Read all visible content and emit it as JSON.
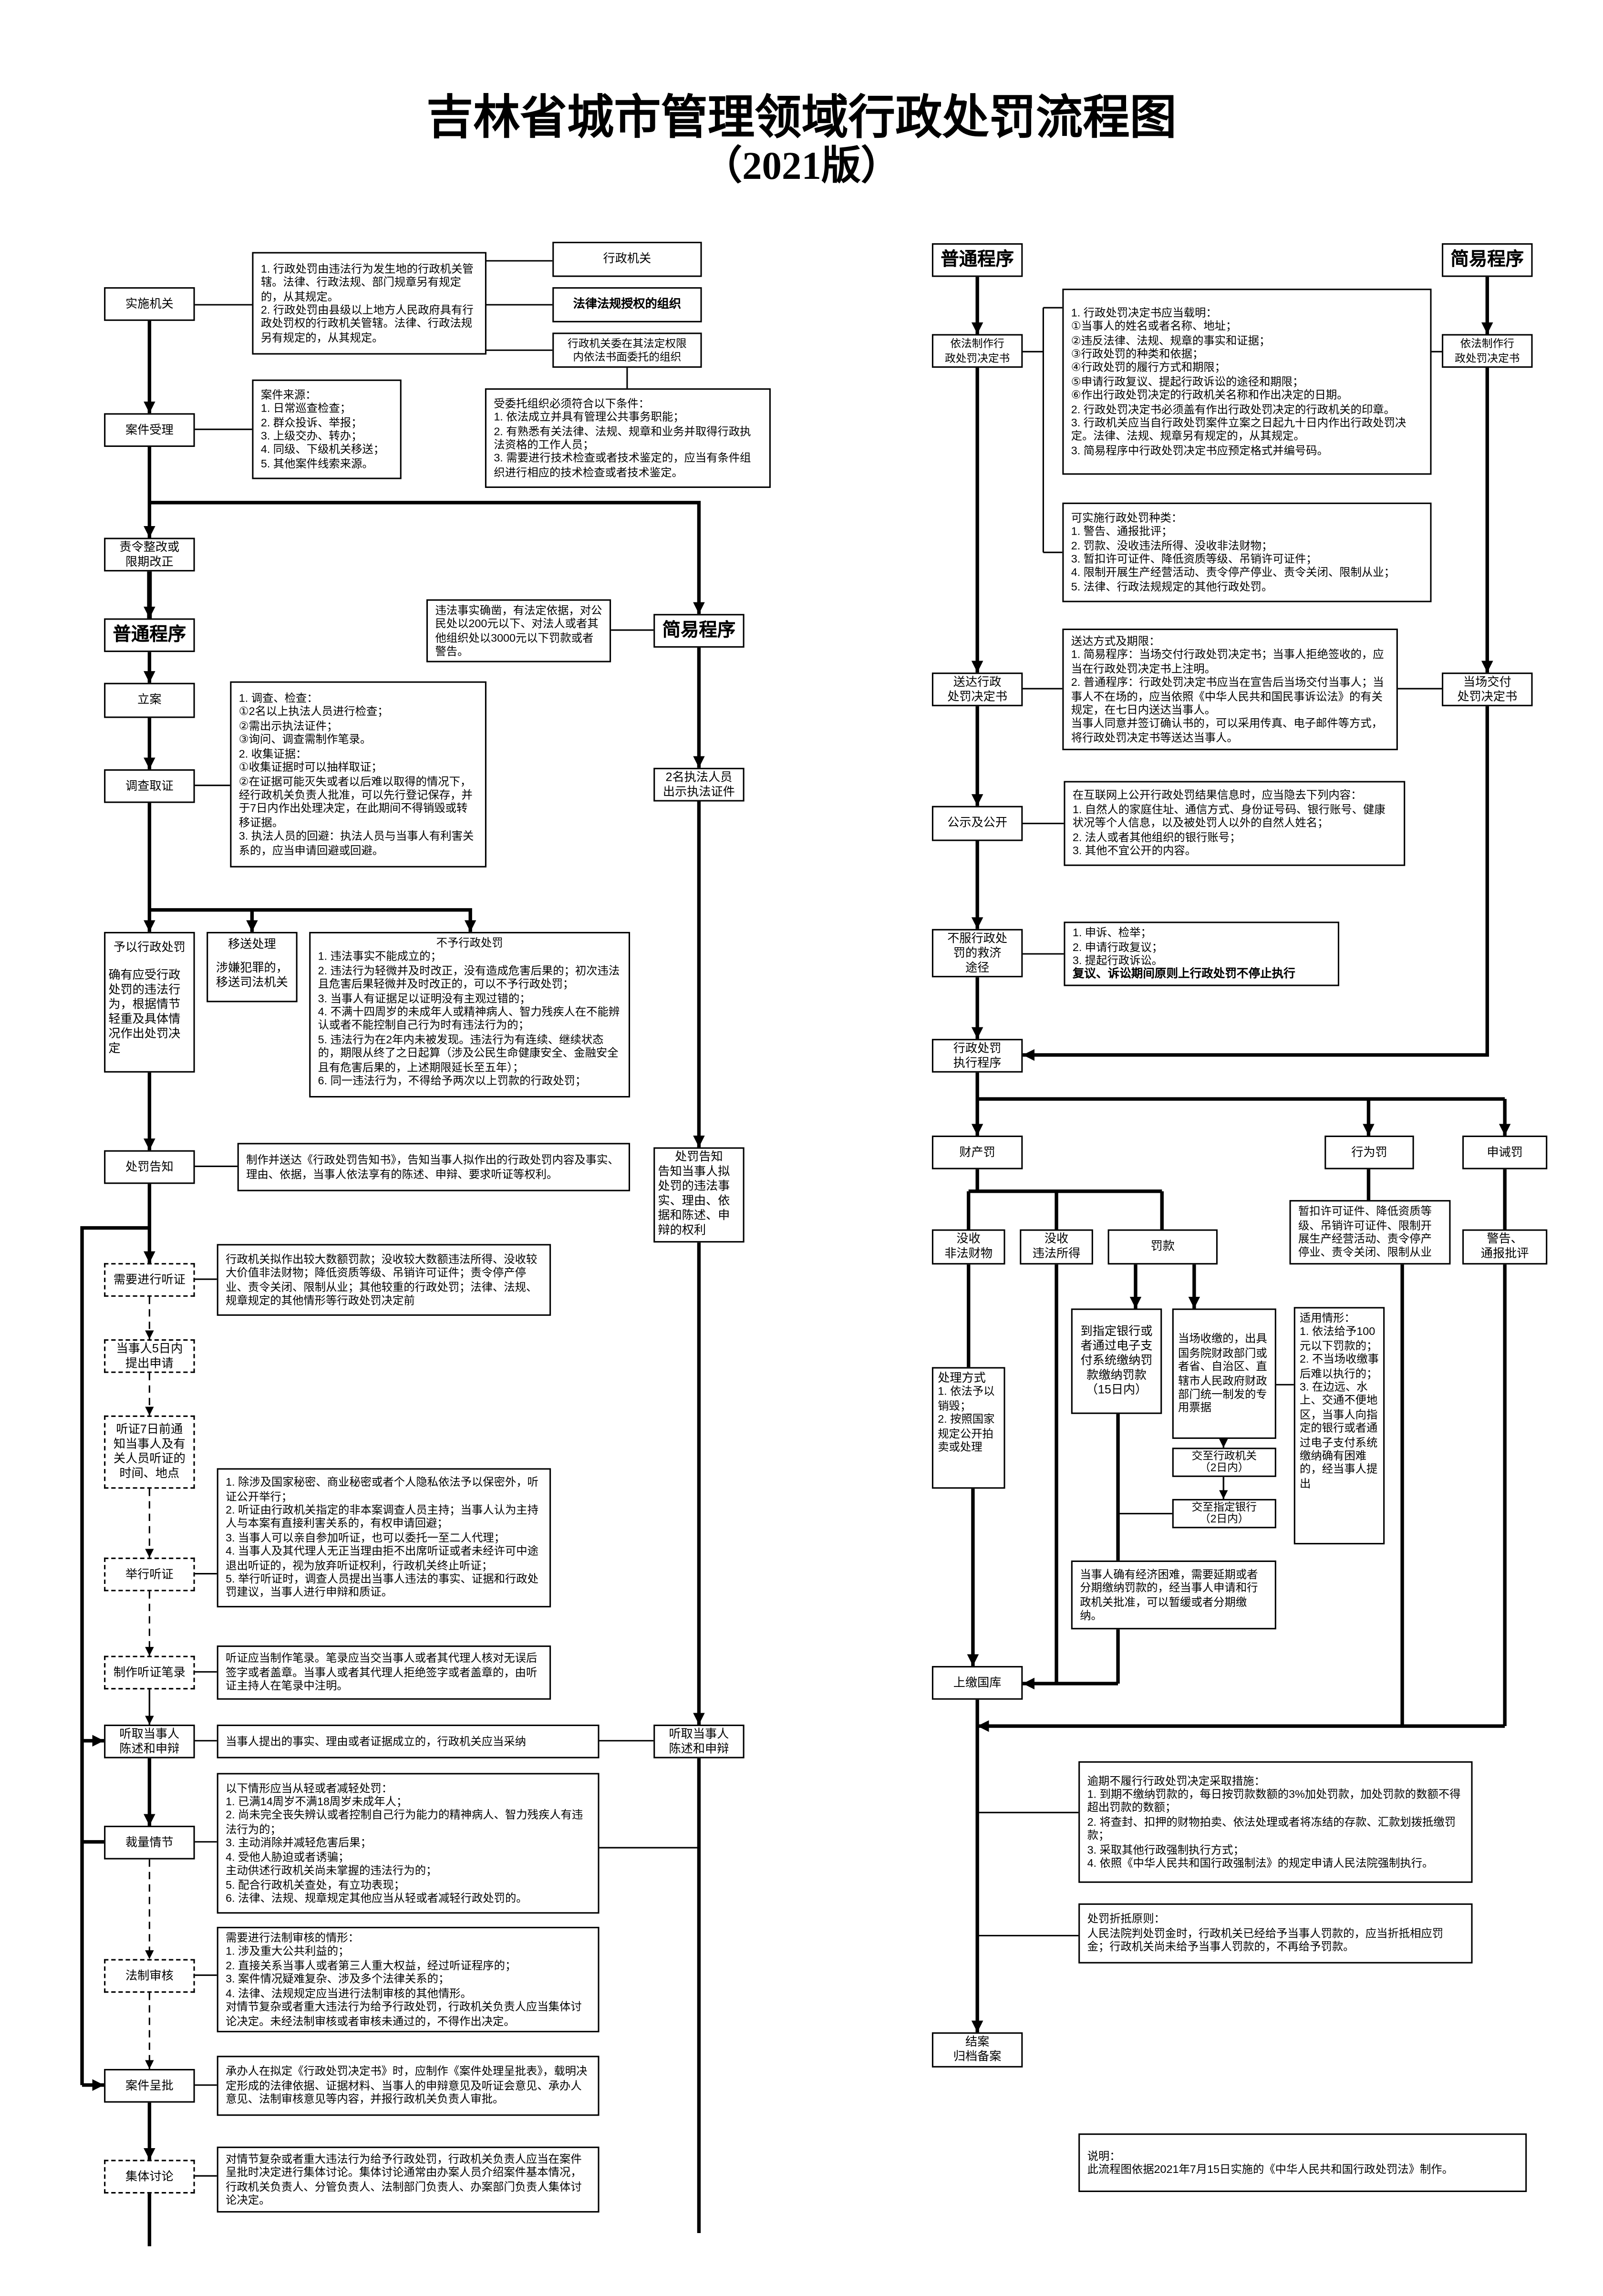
{
  "title": "吉林省城市管理领域行政处罚流程图",
  "subtitle": "（2021版）",
  "left": {
    "shishi": "实施机关",
    "jurisdiction_note": "1. 行政处罚由违法行为发生地的行政机关管辖。法律、行政法规、部门规章另有规定的，从其规定。\n2. 行政处罚由县级以上地方人民政府具有行政处罚权的行政机关管辖。法律、行政法规另有规定的，从其规定。",
    "org_admin": "行政机关",
    "org_authorized": "法律法规授权的组织",
    "org_entrusted": "行政机关委在其法定权限\n内依法书面委托的组织",
    "entrusted_conditions": "受委托组织必须符合以下条件：\n1. 依法成立并具有管理公共事务职能；\n2. 有熟悉有关法律、法规、规章和业务并取得行政执法资格的工作人员；\n3. 需要进行技术检查或者技术鉴定的，应当有条件组织进行相应的技术检查或者技术鉴定。",
    "accept": "案件受理",
    "sources": "案件来源：\n1. 日常巡查检查；\n2. 群众投诉、举报；\n3. 上级交办、转办；\n4. 同级、下级机关移送；\n5. 其他案件线索来源。",
    "rectify": "责令整改或\n限期改正",
    "ordinary": "普通程序",
    "simple": "简易程序",
    "simple_cond": "违法事实确凿，有法定依据，对公民处以200元以下、对法人或者其他组织处以3000元以下罚款或者警告。",
    "filing": "立案",
    "investigate_note": "1. 调查、检查：\n①2名以上执法人员进行检查；\n②需出示执法证件；\n③询问、调查需制作笔录。\n2. 收集证据：\n①收集证据时可以抽样取证；\n②在证据可能灭失或者以后难以取得的情况下，经行政机关负责人批准，可以先行登记保存，并于7日内作出处理决定，在此期间不得销毁或转移证据。\n3. 执法人员的回避：执法人员与当事人有利害关系的，应当申请回避或回避。",
    "investigate": "调查取证",
    "two_officers": "2名执法人员\n出示执法证件",
    "punish_title": "予以行政处罚",
    "punish_body": "确有应受行政处罚的违法行为，根据情节轻重及具体情况作出处罚决定",
    "transfer_title": "移送处理",
    "transfer_body": "涉嫌犯罪的，\n移送司法机关",
    "no_punish_title": "不予行政处罚",
    "no_punish_body": "1. 违法事实不能成立的；\n2. 违法行为轻微并及时改正，没有造成危害后果的；初次违法且危害后果轻微并及时改正的，可以不予行政处罚；\n3. 当事人有证据足以证明没有主观过错的；\n4. 不满十四周岁的未成年人或精神病人、智力残疾人在不能辨认或者不能控制自己行为时有违法行为的；\n5. 违法行为在2年内未被发现。违法行为有连续、继续状态的，期限从终了之日起算（涉及公民生命健康安全、金融安全且有危害后果的，上述期限延长至五年）；\n6. 同一违法行为，不得给予两次以上罚款的行政处罚；",
    "notice": "处罚告知",
    "notice_note": "制作并送达《行政处罚告知书》，告知当事人拟作出的行政处罚内容及事实、理由、依据，当事人依法享有的陈述、申辩、要求听证等权利。",
    "simple_notice_title": "处罚告知",
    "simple_notice_body": "告知当事人拟处罚的违法事实、理由、依据和陈述、申辩的权利",
    "need_hearing": "需要进行听证",
    "hearing_cond": "行政机关拟作出较大数额罚款；没收较大数额违法所得、没收较大价值非法财物；降低资质等级、吊销许可证件；责令停产停业、责令关闭、限制从业；其他较重的行政处罚；法律、法规、规章规定的其他情形等行政处罚决定前",
    "apply5": "当事人5日内\n提出申请",
    "notify7": "听证7日前通\n知当事人及有\n关人员听证的\n时间、地点",
    "hearing_rules": "1. 除涉及国家秘密、商业秘密或者个人隐私依法予以保密外，听证公开举行；\n2. 听证由行政机关指定的非本案调查人员主持；当事人认为主持人与本案有直接利害关系的，有权申请回避；\n3. 当事人可以亲自参加听证，也可以委托一至二人代理；\n4. 当事人及其代理人无正当理由拒不出席听证或者未经许可中途退出听证的，视为放弃听证权利，行政机关终止听证；\n5. 举行听证时，调查人员提出当事人违法的事实、证据和行政处罚建议，当事人进行申辩和质证。",
    "hold": "举行听证",
    "record": "制作听证笔录",
    "record_note": "听证应当制作笔录。笔录应当交当事人或者其代理人核对无误后签字或者盖章。当事人或者其代理人拒绝签字或者盖章的，由听证主持人在笔录中注明。",
    "hear": "听取当事人\n陈述和申辩",
    "hear_note": "当事人提出的事实、理由或者证据成立的，行政机关应当采纳",
    "hear_simple": "听取当事人\n陈述和申辩",
    "mitig_note": "以下情形应当从轻或者减轻处罚：\n1. 已满14周岁不满18周岁未成年人；\n2. 尚未完全丧失辨认或者控制自己行为能力的精神病人、智力残疾人有违法行为的；\n3. 主动消除并减轻危害后果；\n4. 受他人胁迫或者诱骗；\n主动供述行政机关尚未掌握的违法行为的；\n5. 配合行政机关查处，有立功表现；\n6. 法律、法规、规章规定其他应当从轻或者减轻行政处罚的。",
    "discretion": "裁量情节",
    "legal_note": "需要进行法制审核的情形：\n1. 涉及重大公共利益的；\n2. 直接关系当事人或者第三人重大权益，经过听证程序的；\n3. 案件情况疑难复杂、涉及多个法律关系的；\n4. 法律、法规规定应当进行法制审核的其他情形。\n对情节复杂或者重大违法行为给予行政处罚，行政机关负责人应当集体讨论决定。未经法制审核或者审核未通过的，不得作出决定。",
    "legal_review": "法制审核",
    "approve": "案件呈批",
    "approve_note": "承办人在拟定《行政处罚决定书》时，应制作《案件处理呈批表》，载明决定形成的法律依据、证据材料、当事人的申辩意见及听证会意见、承办人意见、法制审核意见等内容，并报行政机关负责人审批。",
    "collective": "集体讨论",
    "collective_note": "对情节复杂或者重大违法行为给予行政处罚，行政机关负责人应当在案件呈批时决定进行集体讨论。集体讨论通常由办案人员介绍案件基本情况，行政机关负责人、分管负责人、法制部门负责人、办案部门负责人集体讨论决定。"
  },
  "right": {
    "ordinary": "普通程序",
    "simple": "简易程序",
    "decision": "依法制作行\n政处罚决定书",
    "decision_simple": "依法制作行\n政处罚决定书",
    "decision_note": "1. 行政处罚决定书应当载明：\n①当事人的姓名或者名称、地址；\n②违反法律、法规、规章的事实和证据；\n③行政处罚的种类和依据；\n④行政处罚的履行方式和期限；\n⑤申请行政复议、提起行政诉讼的途径和期限；\n⑥作出行政处罚决定的行政机关名称和作出决定的日期。\n2. 行政处罚决定书必须盖有作出行政处罚决定的行政机关的印章。\n3. 行政机关应当自行政处罚案件立案之日起九十日内作出行政处罚决定。法律、法规、规章另有规定的，从其规定。\n3. 简易程序中行政处罚决定书应预定格式并编号码。",
    "types_note": "可实施行政处罚种类：\n1. 警告、通报批评；\n2. 罚款、没收违法所得、没收非法财物；\n3. 暂扣许可证件、降低资质等级、吊销许可证件；\n4. 限制开展生产经营活动、责令停产停业、责令关闭、限制从业；\n5. 法律、行政法规规定的其他行政处罚。",
    "deliver": "送达行政\n处罚决定书",
    "deliver_note": "送达方式及期限：\n1. 简易程序：当场交付行政处罚决定书；当事人拒绝签收的，应当在行政处罚决定书上注明。\n2. 普通程序：行政处罚决定书应当在宣告后当场交付当事人；当事人不在场的，应当依照《中华人民共和国民事诉讼法》的有关规定，在七日内送达当事人。\n当事人同意并签订确认书的，可以采用传真、电子邮件等方式，将行政处罚决定书等送达当事人。",
    "deliver_simple": "当场交付\n处罚决定书",
    "publicity": "公示及公开",
    "publicity_note": "在互联网上公开行政处罚结果信息时，应当隐去下列内容：\n1. 自然人的家庭住址、通信方式、身份证号码、银行账号、健康状况等个人信息，以及被处罚人以外的自然人姓名；\n2. 法人或者其他组织的银行账号；\n3. 其他不宜公开的内容。",
    "remedy": "不服行政处\n罚的救济\n途径",
    "remedy_items": "1. 申诉、检举；\n2. 申请行政复议；\n3. 提起行政诉讼。",
    "remedy_emph": "复议、诉讼期间原则上行政处罚不停止执行",
    "execute": "行政处罚\n执行程序",
    "property": "财产罚",
    "conduct": "行为罚",
    "reprimand": "申诫罚",
    "confiscate_prop": "没收\n非法财物",
    "confiscate_gain": "没收\n违法所得",
    "fine": "罚款",
    "conduct_note": "暂扣许可证件、降低资质等级、吊销许可证件、限制开展生产经营活动、责令停产停业、责令关闭、限制从业",
    "warning": "警告、\n通报批评",
    "bank_pay": "到指定银行或者通过电子支付系统缴纳罚款缴纳罚款\n（15日内）",
    "onsite": "当场收缴的，出具国务院财政部门或者省、自治区、直辖市人民政府财政部门统一制发的专用票据",
    "applicable": "适用情形：\n1. 依法给予100元以下罚款的；\n2. 不当场收缴事后难以执行的；\n3. 在边远、水上、交通不便地区，当事人向指定的银行或者通过电子支付系统缴纳确有困难的，经当事人提出",
    "disposal_title": "处理方式",
    "disposal_body": "1. 依法予以销毁；\n2. 按照国家规定公开拍卖或处理",
    "to_agency": "交至行政机关\n（2日内）",
    "to_bank": "交至指定银行\n（2日内）",
    "hardship": "当事人确有经济困难，需要延期或者分期缴纳罚款的，经当事人申请和行政机关批准，可以暂缓或者分期缴纳。",
    "treasury": "上缴国库",
    "overdue_note": "逾期不履行行政处罚决定采取措施：\n1. 到期不缴纳罚款的，每日按罚款数额的3%加处罚款，加处罚款的数额不得超出罚款的数额；\n2. 将查封、扣押的财物拍卖、依法处理或者将冻结的存款、汇款划拨抵缴罚款；\n3. 采取其他行政强制执行方式；\n4. 依照《中华人民共和国行政强制法》的规定申请人民法院强制执行。",
    "offset_note": "处罚折抵原则：\n人民法院判处罚金时，行政机关已经给予当事人罚款的，应当折抵相应罚金；行政机关尚未给予当事人罚款的，不再给予罚款。",
    "close": "结案\n归档备案",
    "explain_note": "说明：\n此流程图依据2021年7月15日实施的《中华人民共和国行政处罚法》制作。"
  }
}
